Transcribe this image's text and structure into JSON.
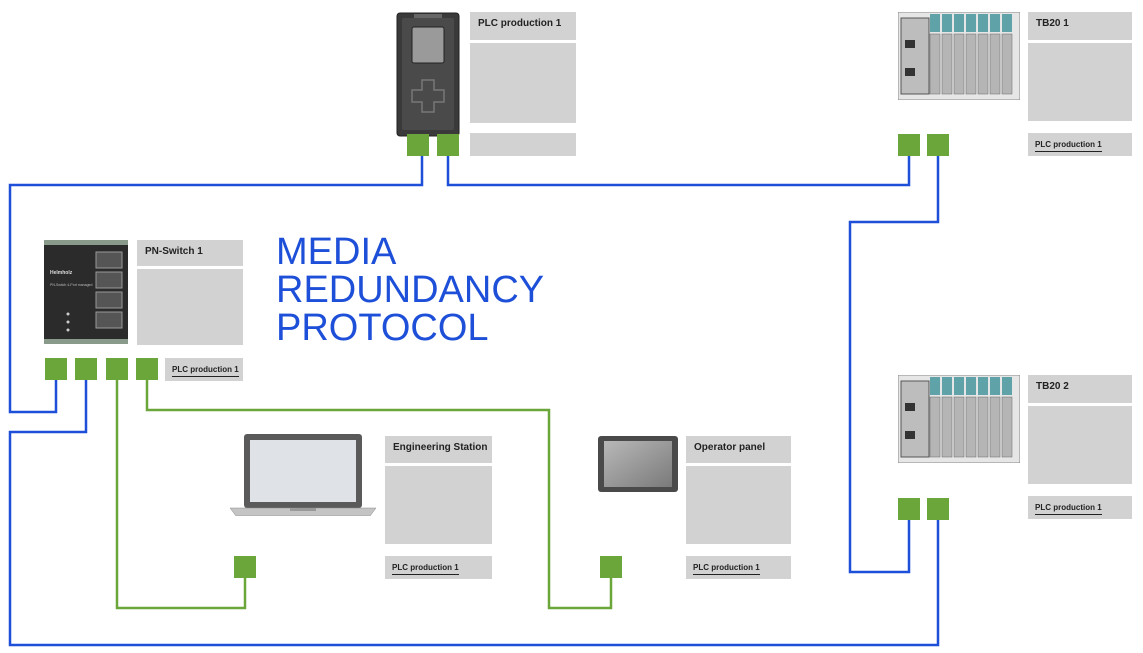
{
  "headline": {
    "line1": "MEDIA",
    "line2": "REDUNDANCY",
    "line3": "PROTOCOL"
  },
  "devices": {
    "plc": {
      "title": "PLC production 1"
    },
    "tb20_1": {
      "title": "TB20 1",
      "label": "PLC production 1"
    },
    "tb20_2": {
      "title": "TB20 2",
      "label": "PLC production 1"
    },
    "switch": {
      "title": "PN-Switch 1",
      "label": "PLC production 1",
      "brand": "Helmholz",
      "model": "PN-Switch 4-Port managed"
    },
    "engineering": {
      "title": "Engineering Station",
      "label": "PLC production 1"
    },
    "operator": {
      "title": "Operator panel",
      "label": "PLC production 1"
    }
  },
  "colors": {
    "ring_line": "#1d4fd8",
    "spur_line": "#6aa63a",
    "port": "#6aa63a",
    "box": "#d2d2d2"
  }
}
